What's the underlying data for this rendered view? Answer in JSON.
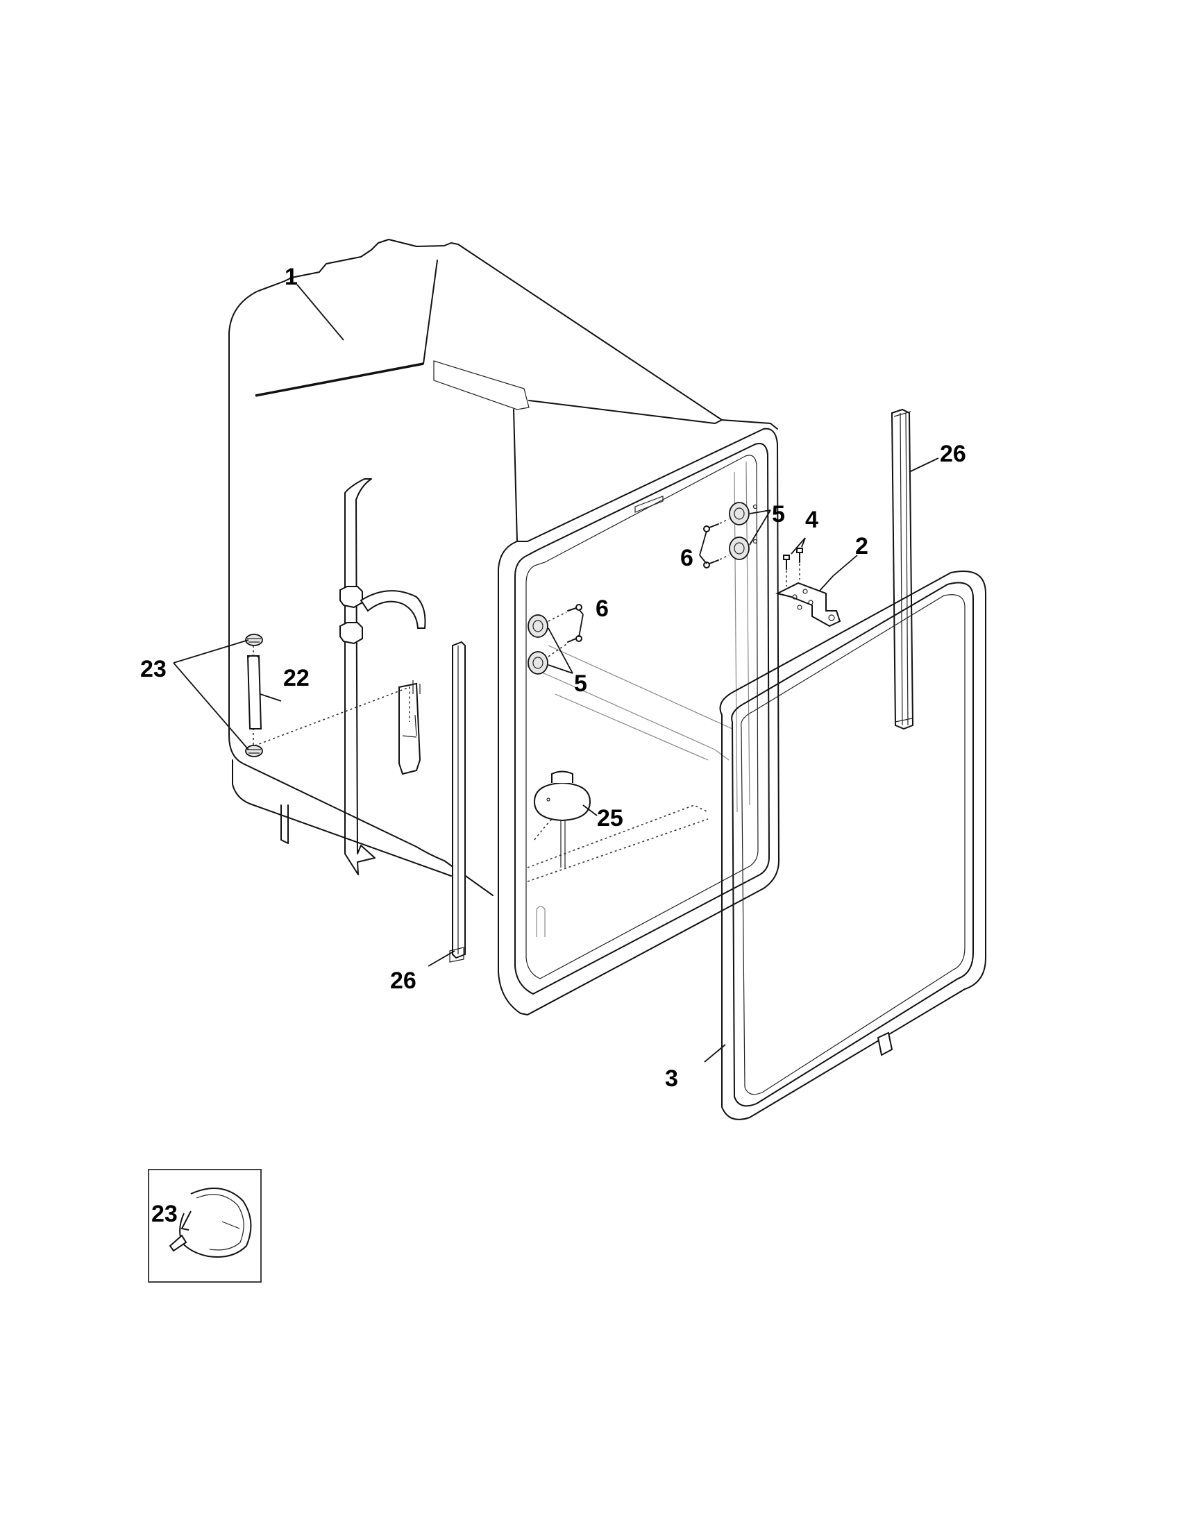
{
  "callouts": {
    "c1": "1",
    "c2": "2",
    "c3": "3",
    "c4": "4",
    "c5a": "5",
    "c5b": "5",
    "c6a": "6",
    "c6b": "6",
    "c22": "22",
    "c23a": "23",
    "c23b": "23",
    "c25": "25",
    "c26a": "26",
    "c26b": "26"
  }
}
